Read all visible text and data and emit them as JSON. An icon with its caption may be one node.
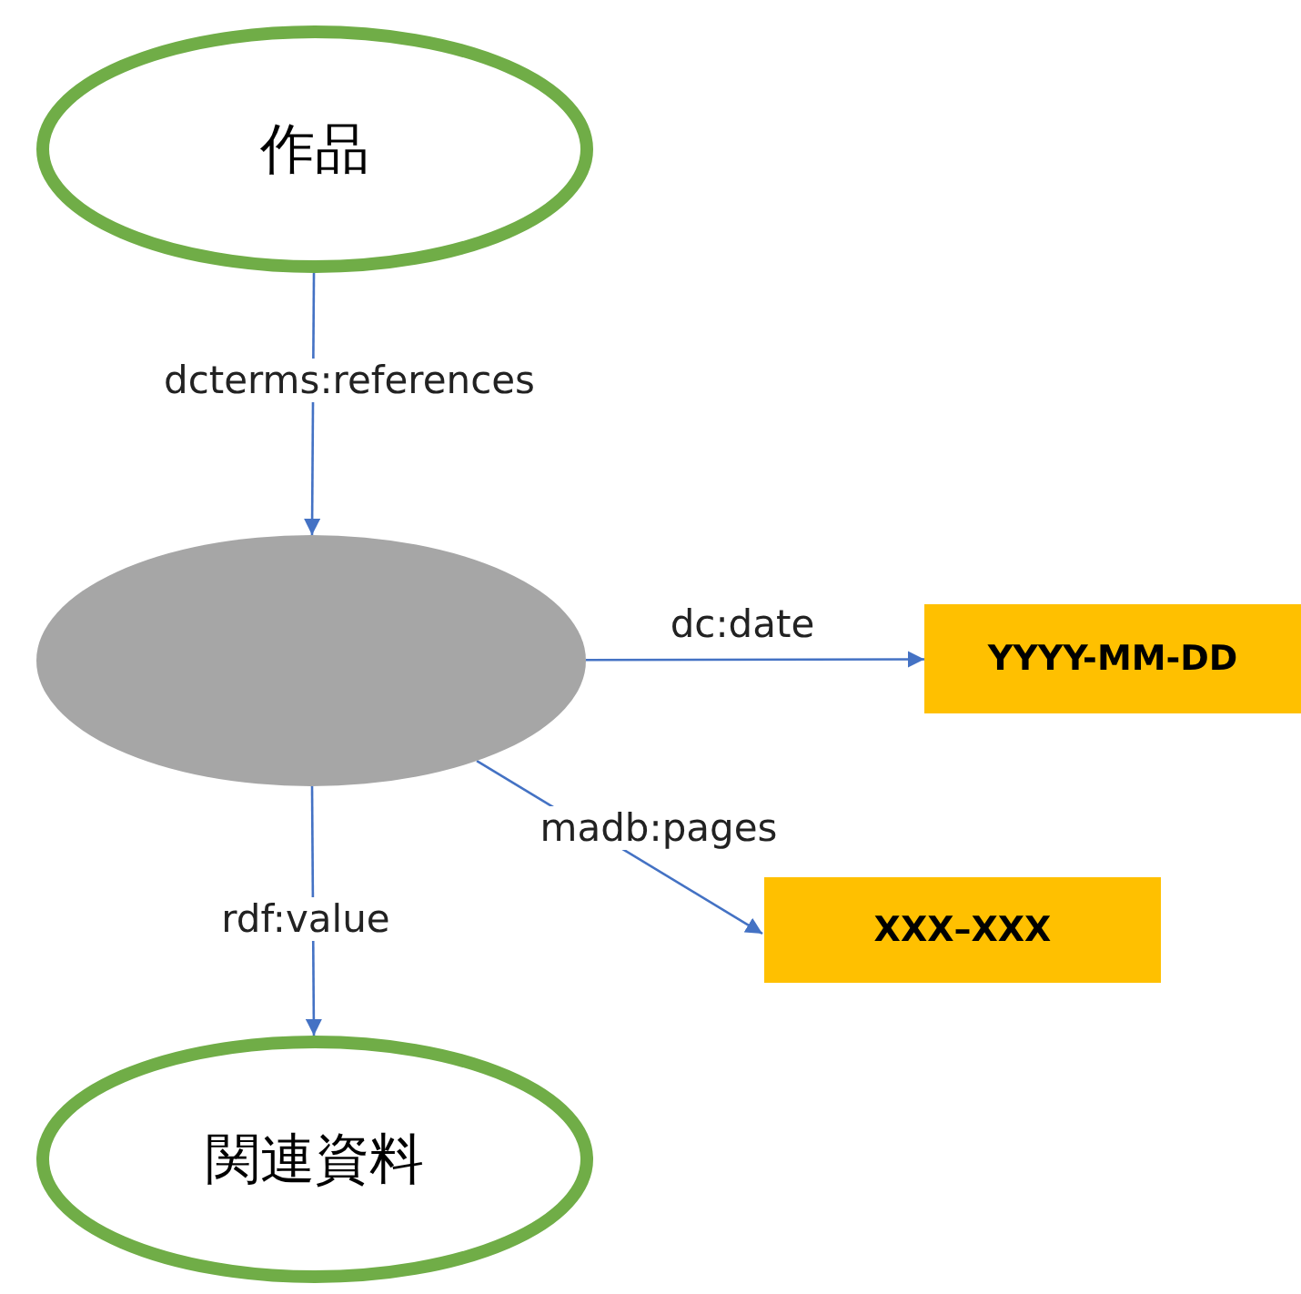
{
  "diagram": {
    "nodes": [
      {
        "text": [
          "作品"
        ]
      },
      {
        "text": [],
        "shape": "ellipse"
      },
      {
        "text": [
          "YYYY-MM-DD"
        ]
      },
      {
        "text": [
          "XXX–XXX"
        ]
      },
      {
        "text": [
          "関連資料"
        ]
      }
    ],
    "edges": [
      {
        "from": 0,
        "to": 1,
        "arrow": "to",
        "label": "dcterms:references"
      },
      {
        "from": 1,
        "to": 2,
        "arrow": "to",
        "label": "dc:date"
      },
      {
        "from": 1,
        "to": 3,
        "arrow": "to",
        "label": "madb:pages"
      },
      {
        "from": 1,
        "to": 4,
        "arrow": "to",
        "label": "rdf:value"
      }
    ]
  }
}
